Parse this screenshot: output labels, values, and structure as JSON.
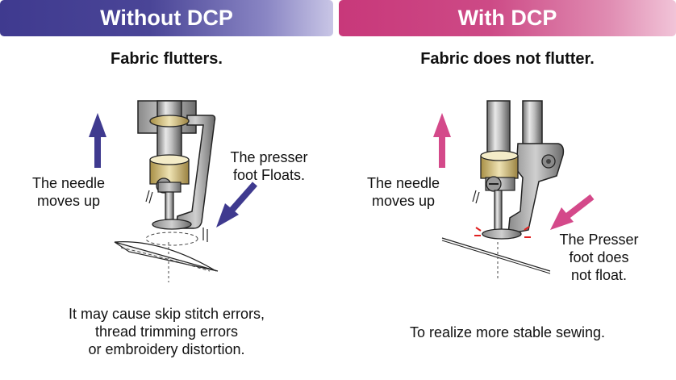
{
  "left": {
    "header": "Without DCP",
    "subtitle": "Fabric flutters.",
    "needle_label": [
      "The needle",
      "moves up"
    ],
    "foot_label": [
      "The presser",
      "foot Floats."
    ],
    "note": [
      "It may cause skip stitch errors,",
      "thread trimming errors",
      "or embroidery distortion."
    ],
    "header_color": "#3f3a8f",
    "arrow_color": "#3f3a8f"
  },
  "right": {
    "header": "With DCP",
    "subtitle": "Fabric does not flutter.",
    "needle_label": [
      "The needle",
      "moves up"
    ],
    "foot_label": [
      "The Presser",
      "foot does",
      "not float."
    ],
    "note": [
      "To realize more stable sewing."
    ],
    "header_color": "#c8387a",
    "arrow_color": "#d4498a"
  }
}
